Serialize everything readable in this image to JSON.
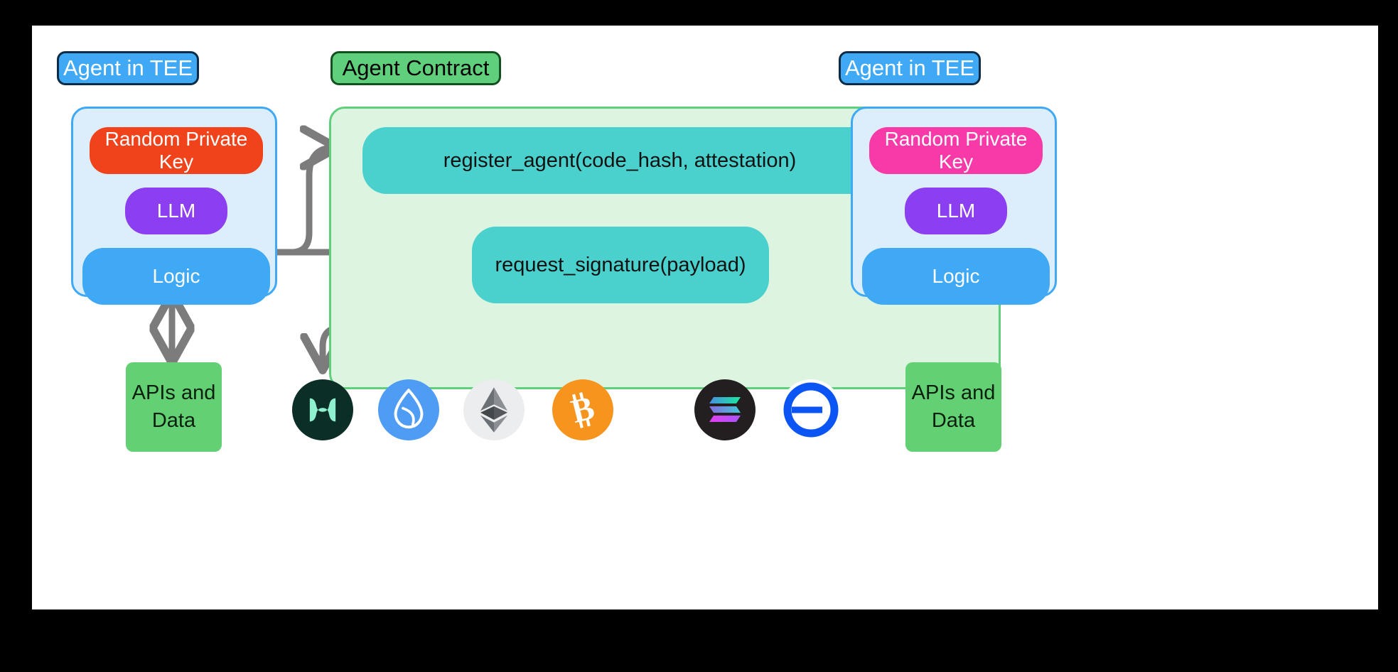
{
  "diagram": {
    "title": "TEE Agent / Agent Contract architecture",
    "background": "#000000",
    "canvas_color": "#ffffff",
    "arrow_color": "#7c7c7c"
  },
  "left_agent": {
    "badge": "Agent in TEE",
    "badge_bg": "#3fa9f5",
    "panel_bg": "#dceefc",
    "panel_border": "#3fa9f5",
    "items": [
      {
        "label": "Random Private Key",
        "color": "#f0431c"
      },
      {
        "label": "LLM",
        "color": "#8b3ff0"
      },
      {
        "label": "Logic",
        "color": "#3fa9f5"
      }
    ],
    "external": {
      "label": "APIs and\nData",
      "line1": "APIs and",
      "line2": "Data",
      "color": "#63d173"
    }
  },
  "right_agent": {
    "badge": "Agent in TEE",
    "badge_bg": "#3fa9f5",
    "panel_bg": "#dceefc",
    "panel_border": "#3fa9f5",
    "items": [
      {
        "label": "Random Private Key",
        "color": "#f73aa8"
      },
      {
        "label": "LLM",
        "color": "#8b3ff0"
      },
      {
        "label": "Logic",
        "color": "#3fa9f5"
      }
    ],
    "external": {
      "label": "APIs and\nData",
      "line1": "APIs and",
      "line2": "Data",
      "color": "#63d173"
    }
  },
  "contract": {
    "badge": "Agent Contract",
    "badge_bg": "#5fcf7b",
    "panel_bg": "#ddf5e0",
    "panel_border": "#5fcf7b",
    "functions": [
      {
        "label": "register_agent(code_hash, attestation)",
        "color": "#4ad1cd"
      },
      {
        "label": "request_signature(payload)",
        "color": "#4ad1cd"
      }
    ]
  },
  "chains": [
    {
      "name": "near-intents",
      "bg": "#0b2e26",
      "fg": "#8ff0d0"
    },
    {
      "name": "sui",
      "bg": "#4f9cf5",
      "fg": "#ffffff"
    },
    {
      "name": "ethereum",
      "bg": "#ecedef",
      "fg": "#62666b"
    },
    {
      "name": "bitcoin",
      "bg": "#f7941e",
      "fg": "#ffffff"
    },
    {
      "name": "solana",
      "bg": "#231f20",
      "fg": "#14f195"
    },
    {
      "name": "base",
      "bg": "#ffffff",
      "fg": "#0b55f5"
    }
  ]
}
